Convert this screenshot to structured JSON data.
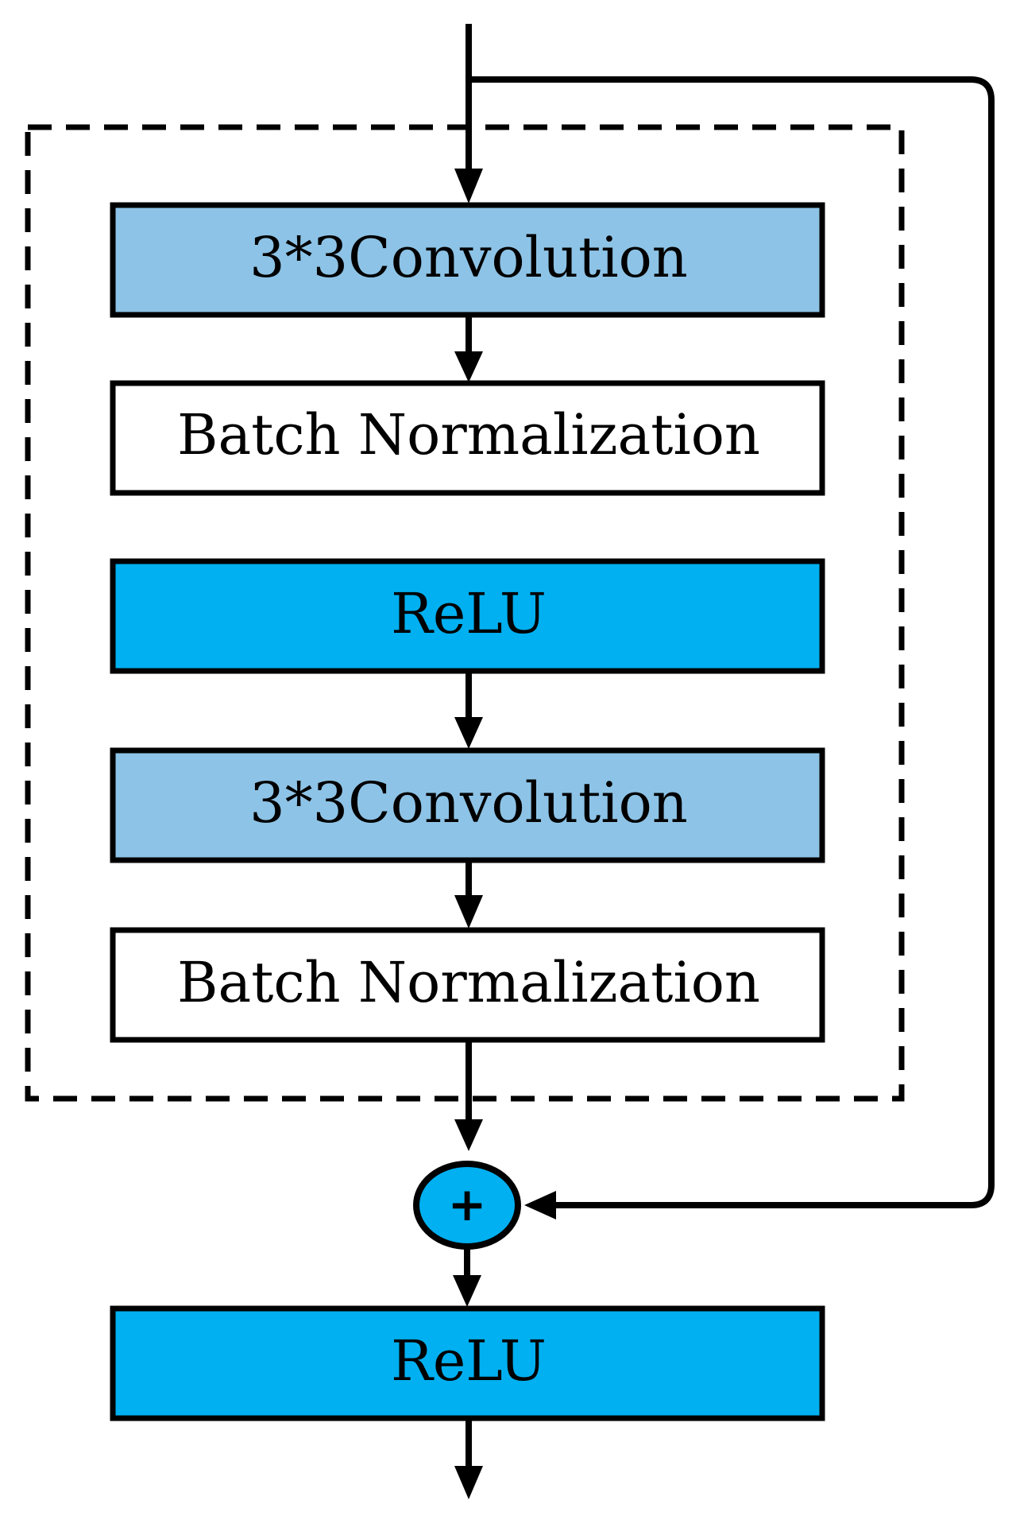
{
  "blocks": [
    {
      "id": "conv1",
      "label": "3*3Convolution",
      "fill": "#8DC3E6"
    },
    {
      "id": "bn1",
      "label": "Batch Normalization",
      "fill": "#FFFFFF"
    },
    {
      "id": "relu1",
      "label": "ReLU",
      "fill": "#00B0F0"
    },
    {
      "id": "conv2",
      "label": "3*3Convolution",
      "fill": "#8DC3E6"
    },
    {
      "id": "bn2",
      "label": "Batch Normalization",
      "fill": "#FFFFFF"
    },
    {
      "id": "relu_out",
      "label": "ReLU",
      "fill": "#00B0F0"
    }
  ],
  "sum_node": {
    "label": "+",
    "fill": "#00B0F0"
  },
  "colors": {
    "stroke": "#000000",
    "background": "#FFFFFF"
  }
}
